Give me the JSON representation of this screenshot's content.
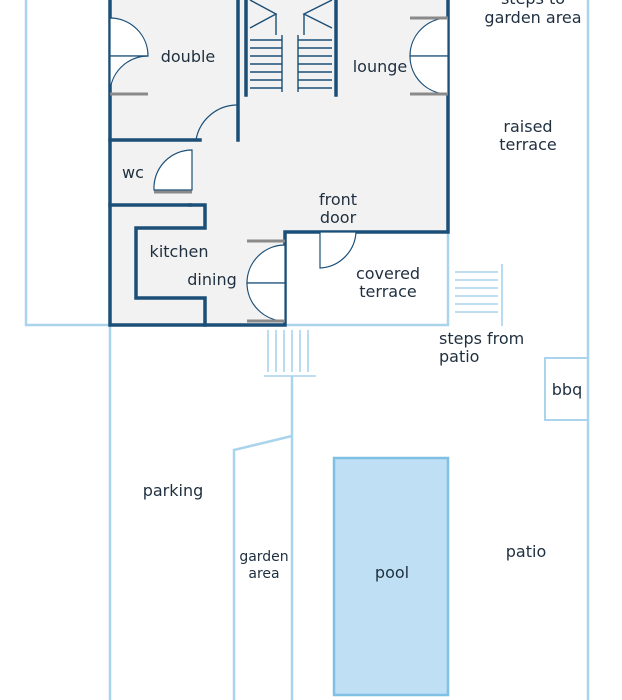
{
  "labels": {
    "steps_to_garden": [
      "steps to",
      "garden area"
    ],
    "double": "double",
    "lounge": "lounge",
    "raised_terrace": [
      "raised",
      "terrace"
    ],
    "wc": "wc",
    "front_door": [
      "front",
      "door"
    ],
    "kitchen": "kitchen",
    "dining": "dining",
    "covered_terrace": [
      "covered",
      "terrace"
    ],
    "steps_from_patio": [
      "steps from",
      "patio"
    ],
    "bbq": "bbq",
    "parking": "parking",
    "garden_area": [
      "garden",
      "area"
    ],
    "pool": "pool",
    "patio": "patio"
  },
  "colors": {
    "interior_wall": "#1b4f78",
    "floor": "#f2f2f2",
    "exterior_line": "#a9d4ec",
    "pool_fill": "#bfe0f4",
    "pool_edge": "#7fc0e4",
    "door_hinge": "#8a8a8a"
  }
}
